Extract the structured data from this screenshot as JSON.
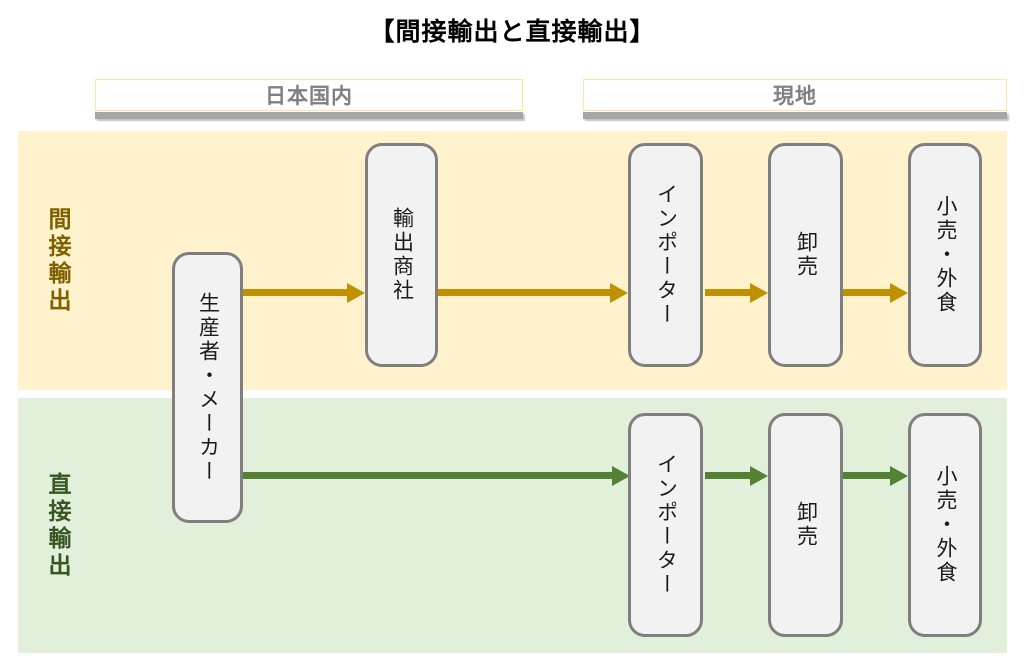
{
  "title": "【間接輸出と直接輸出】",
  "region_headers": {
    "domestic": "日本国内",
    "overseas": "現地"
  },
  "lanes": {
    "indirect": {
      "label": "間接輸出",
      "bg_color": "#FFF2CC",
      "label_color": "#7F6000",
      "arrow_color": "#BF9000",
      "flow": [
        "producer",
        "export_trading_company",
        "importer_indirect",
        "wholesaler_indirect",
        "retail_foodservice_indirect"
      ]
    },
    "direct": {
      "label": "直接輸出",
      "bg_color": "#E2EFDA",
      "label_color": "#375623",
      "arrow_color": "#548235",
      "flow": [
        "producer",
        "importer_direct",
        "wholesaler_direct",
        "retail_foodservice_direct"
      ]
    }
  },
  "nodes": {
    "producer": "生産者・メーカー",
    "export_trading_company": "輸出商社",
    "importer_indirect": "インポーター",
    "wholesaler_indirect": "卸売",
    "retail_foodservice_indirect": "小売・外食",
    "importer_direct": "インポーター",
    "wholesaler_direct": "卸売",
    "retail_foodservice_direct": "小売・外食"
  },
  "style_colors": {
    "node_fill": "#F2F2F2",
    "node_border": "#7F7F7F",
    "header_text": "#808080",
    "header_border": "#FFE699",
    "header_underline": "#A6A6A6",
    "title_color": "#000000"
  }
}
